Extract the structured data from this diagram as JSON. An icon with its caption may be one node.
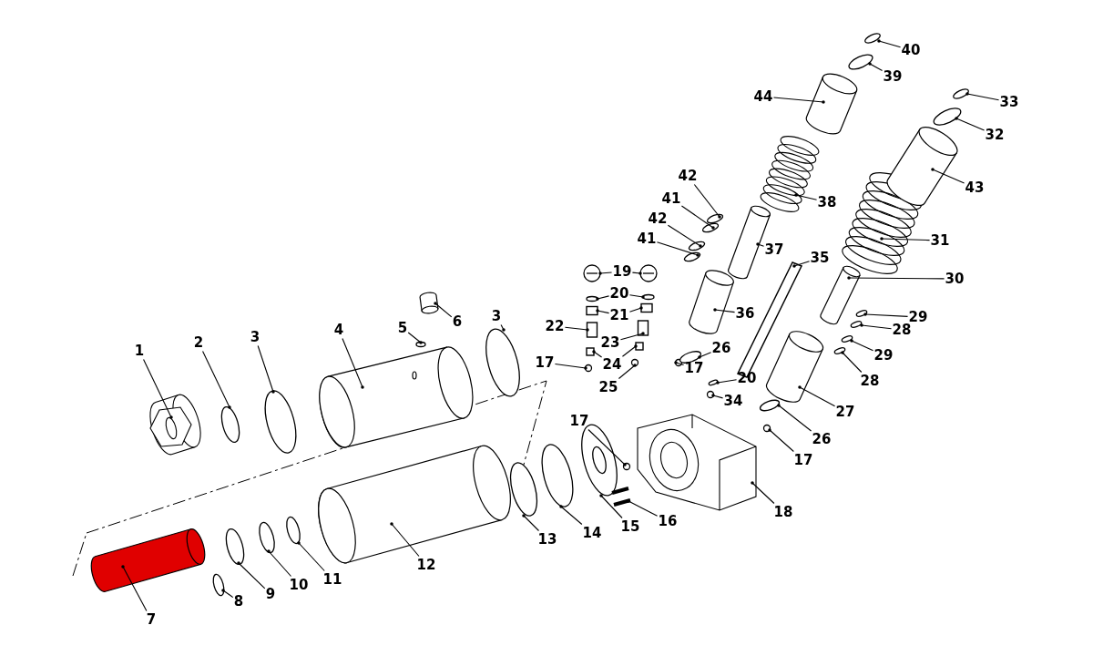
{
  "diagram": {
    "nodes": [
      {
        "text": [
          "1"
        ]
      },
      {
        "text": [
          "2"
        ]
      },
      {
        "text": [
          "3"
        ]
      },
      {
        "text": [
          "4"
        ]
      },
      {
        "text": [
          "5"
        ]
      },
      {
        "text": [
          "6"
        ]
      },
      {
        "text": [
          "3"
        ]
      },
      {
        "text": [
          "7"
        ]
      },
      {
        "text": [
          "8"
        ]
      },
      {
        "text": [
          "9"
        ]
      },
      {
        "text": [
          "10"
        ]
      },
      {
        "text": [
          "11"
        ]
      },
      {
        "text": [
          "12"
        ]
      },
      {
        "text": [
          "13"
        ]
      },
      {
        "text": [
          "14"
        ]
      },
      {
        "text": [
          "15"
        ]
      },
      {
        "text": [
          "16"
        ]
      },
      {
        "text": [
          "17"
        ]
      },
      {
        "text": [
          "17"
        ]
      },
      {
        "text": [
          "17"
        ]
      },
      {
        "text": [
          "17"
        ]
      },
      {
        "text": [
          "18"
        ]
      },
      {
        "text": [
          "19"
        ]
      },
      {
        "text": [
          "20"
        ]
      },
      {
        "text": [
          "21"
        ]
      },
      {
        "text": [
          "22"
        ]
      },
      {
        "text": [
          "23"
        ]
      },
      {
        "text": [
          "24"
        ]
      },
      {
        "text": [
          "25"
        ]
      },
      {
        "text": [
          "26"
        ]
      },
      {
        "text": [
          "20"
        ]
      },
      {
        "text": [
          "34"
        ]
      },
      {
        "text": [
          "26"
        ]
      },
      {
        "text": [
          "27"
        ]
      },
      {
        "text": [
          "28"
        ]
      },
      {
        "text": [
          "28"
        ]
      },
      {
        "text": [
          "29"
        ]
      },
      {
        "text": [
          "29"
        ]
      },
      {
        "text": [
          "30"
        ]
      },
      {
        "text": [
          "31"
        ]
      },
      {
        "text": [
          "32"
        ]
      },
      {
        "text": [
          "33"
        ]
      },
      {
        "text": [
          "35"
        ]
      },
      {
        "text": [
          "36"
        ]
      },
      {
        "text": [
          "37"
        ]
      },
      {
        "text": [
          "38"
        ]
      },
      {
        "text": [
          "39"
        ]
      },
      {
        "text": [
          "40"
        ]
      },
      {
        "text": [
          "41"
        ]
      },
      {
        "text": [
          "41"
        ]
      },
      {
        "text": [
          "42"
        ]
      },
      {
        "text": [
          "42"
        ]
      },
      {
        "text": [
          "43"
        ]
      },
      {
        "text": [
          "44"
        ]
      },
      {
        "text": [],
        "shape": "picture"
      },
      {
        "text": [],
        "shape": "circle"
      },
      {
        "text": [],
        "shape": "circle"
      },
      {
        "text": [],
        "shape": "cylinder"
      },
      {
        "text": [],
        "shape": "circle"
      },
      {
        "text": [],
        "shape": "cylinder"
      },
      {
        "text": [],
        "shape": "circle"
      },
      {
        "text": [],
        "shape": "cylinder"
      },
      {
        "text": [],
        "shape": "circle"
      },
      {
        "text": [],
        "shape": "circle"
      },
      {
        "text": [],
        "shape": "circle"
      },
      {
        "text": [],
        "shape": "circle"
      },
      {
        "text": [],
        "shape": "cylinder"
      },
      {
        "text": [],
        "shape": "circle"
      },
      {
        "text": [],
        "shape": "circle"
      },
      {
        "text": [],
        "shape": "circle"
      },
      {
        "text": [],
        "shape": "bar"
      },
      {
        "text": [],
        "shape": "circle"
      },
      {
        "text": [],
        "shape": "circle"
      },
      {
        "text": [],
        "shape": "circle"
      },
      {
        "text": [],
        "shape": "circle"
      },
      {
        "text": [],
        "shape": "picture"
      },
      {
        "text": [],
        "shape": "circle"
      },
      {
        "text": [],
        "shape": "circle"
      },
      {
        "text": [],
        "shape": "circle"
      },
      {
        "text": [],
        "shape": "circle"
      },
      {
        "text": [],
        "shape": "box"
      },
      {
        "text": [],
        "shape": "box"
      },
      {
        "text": [],
        "shape": "box"
      },
      {
        "text": [],
        "shape": "box"
      },
      {
        "text": [],
        "shape": "box"
      },
      {
        "text": [],
        "shape": "box"
      },
      {
        "text": [],
        "shape": "circle"
      },
      {
        "text": [],
        "shape": "circle"
      },
      {
        "text": [],
        "shape": "circle"
      },
      {
        "text": [],
        "shape": "circle"
      },
      {
        "text": [],
        "shape": "circle"
      },
      {
        "text": [],
        "shape": "cylinder"
      },
      {
        "text": [],
        "shape": "circle"
      },
      {
        "text": [],
        "shape": "circle"
      },
      {
        "text": [],
        "shape": "circle"
      },
      {
        "text": [],
        "shape": "circle"
      },
      {
        "text": [],
        "shape": "cylinder"
      },
      {
        "text": [],
        "shape": "picture"
      },
      {
        "text": [],
        "shape": "circle"
      },
      {
        "text": [],
        "shape": "circle"
      },
      {
        "text": [],
        "shape": "bar"
      },
      {
        "text": [],
        "shape": "cylinder"
      },
      {
        "text": [],
        "shape": "cylinder"
      },
      {
        "text": [],
        "shape": "picture"
      },
      {
        "text": [],
        "shape": "circle"
      },
      {
        "text": [],
        "shape": "circle"
      },
      {
        "text": [],
        "shape": "circle"
      },
      {
        "text": [],
        "shape": "circle"
      },
      {
        "text": [],
        "shape": "circle"
      },
      {
        "text": [],
        "shape": "circle"
      },
      {
        "text": [],
        "shape": "cylinder"
      },
      {
        "text": [],
        "shape": "cylinder"
      }
    ],
    "edges": [
      {
        "from": 0,
        "to": 54,
        "arrow": "other"
      },
      {
        "from": 1,
        "to": 55,
        "arrow": "other"
      },
      {
        "from": 2,
        "to": 56,
        "arrow": "other"
      },
      {
        "from": 3,
        "to": 57,
        "arrow": "other"
      },
      {
        "from": 4,
        "to": 58,
        "arrow": "other"
      },
      {
        "from": 5,
        "to": 59,
        "arrow": "other"
      },
      {
        "from": 6,
        "to": 60,
        "arrow": "other"
      },
      {
        "from": 7,
        "to": 61,
        "arrow": "other"
      },
      {
        "from": 8,
        "to": 62,
        "arrow": "other"
      },
      {
        "from": 9,
        "to": 63,
        "arrow": "other"
      },
      {
        "from": 10,
        "to": 64,
        "arrow": "other"
      },
      {
        "from": 11,
        "to": 65,
        "arrow": "other"
      },
      {
        "from": 12,
        "to": 66,
        "arrow": "other"
      },
      {
        "from": 13,
        "to": 67,
        "arrow": "other"
      },
      {
        "from": 14,
        "to": 68,
        "arrow": "other"
      },
      {
        "from": 15,
        "to": 69,
        "arrow": "other"
      },
      {
        "from": 16,
        "to": 70,
        "arrow": "other"
      },
      {
        "from": 17,
        "to": 71,
        "arrow": "other"
      },
      {
        "from": 18,
        "to": 72,
        "arrow": "other"
      },
      {
        "from": 19,
        "to": 73,
        "arrow": "other"
      },
      {
        "from": 20,
        "to": 74,
        "arrow": "other"
      },
      {
        "from": 21,
        "to": 75,
        "arrow": "other"
      },
      {
        "from": 22,
        "to": 76,
        "arrow": "other"
      },
      {
        "from": 22,
        "to": 77,
        "arrow": "other"
      },
      {
        "from": 23,
        "to": 78,
        "arrow": "other"
      },
      {
        "from": 23,
        "to": 79,
        "arrow": "other"
      },
      {
        "from": 24,
        "to": 80,
        "arrow": "other"
      },
      {
        "from": 24,
        "to": 81,
        "arrow": "other"
      },
      {
        "from": 25,
        "to": 82,
        "arrow": "other"
      },
      {
        "from": 26,
        "to": 83,
        "arrow": "other"
      },
      {
        "from": 27,
        "to": 84,
        "arrow": "other"
      },
      {
        "from": 27,
        "to": 85,
        "arrow": "other"
      },
      {
        "from": 28,
        "to": 86,
        "arrow": "other"
      },
      {
        "from": 29,
        "to": 87,
        "arrow": "other"
      },
      {
        "from": 30,
        "to": 88,
        "arrow": "other"
      },
      {
        "from": 31,
        "to": 89,
        "arrow": "other"
      },
      {
        "from": 32,
        "to": 90,
        "arrow": "other"
      },
      {
        "from": 33,
        "to": 91,
        "arrow": "other"
      },
      {
        "from": 34,
        "to": 92,
        "arrow": "other"
      },
      {
        "from": 35,
        "to": 93,
        "arrow": "other"
      },
      {
        "from": 36,
        "to": 94,
        "arrow": "other"
      },
      {
        "from": 37,
        "to": 95,
        "arrow": "other"
      },
      {
        "from": 38,
        "to": 96,
        "arrow": "other"
      },
      {
        "from": 39,
        "to": 97,
        "arrow": "other"
      },
      {
        "from": 40,
        "to": 98,
        "arrow": "other"
      },
      {
        "from": 41,
        "to": 99,
        "arrow": "other"
      },
      {
        "from": 42,
        "to": 100,
        "arrow": "other"
      },
      {
        "from": 43,
        "to": 101,
        "arrow": "other"
      },
      {
        "from": 44,
        "to": 102,
        "arrow": "other"
      },
      {
        "from": 45,
        "to": 103,
        "arrow": "other"
      },
      {
        "from": 46,
        "to": 104,
        "arrow": "other"
      },
      {
        "from": 47,
        "to": 105,
        "arrow": "other"
      },
      {
        "from": 48,
        "to": 106,
        "arrow": "other"
      },
      {
        "from": 49,
        "to": 107,
        "arrow": "other"
      },
      {
        "from": 50,
        "to": 108,
        "arrow": "other"
      },
      {
        "from": 51,
        "to": 109,
        "arrow": "other"
      },
      {
        "from": 52,
        "to": 110,
        "arrow": "other"
      },
      {
        "from": 53,
        "to": 111,
        "arrow": "other"
      }
    ]
  }
}
